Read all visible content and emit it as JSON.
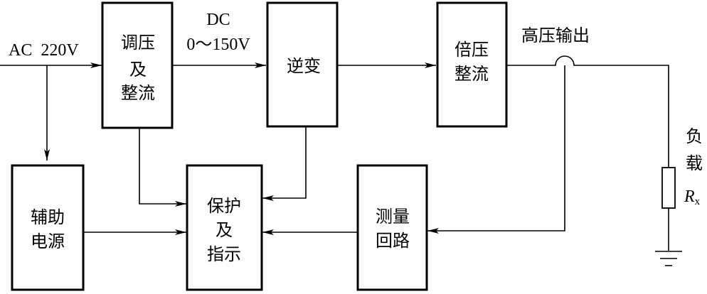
{
  "input": {
    "label": "AC  220V"
  },
  "dc_output": {
    "line1": "DC",
    "line2": "0～150V"
  },
  "blocks": {
    "regulate": {
      "lines": [
        "调压",
        "及",
        "整流"
      ]
    },
    "inverter": {
      "lines": [
        "逆变"
      ]
    },
    "multiplier": {
      "lines": [
        "倍压",
        "整流"
      ]
    },
    "aux_power": {
      "lines": [
        "辅助",
        "电源"
      ]
    },
    "protect": {
      "lines": [
        "保护",
        "及",
        "指示"
      ]
    },
    "measure": {
      "lines": [
        "测量",
        "回路"
      ]
    }
  },
  "hv_output": {
    "label": "高压输出"
  },
  "load": {
    "lines": [
      "负",
      "载"
    ],
    "symbol": "R",
    "subscript": "x"
  }
}
